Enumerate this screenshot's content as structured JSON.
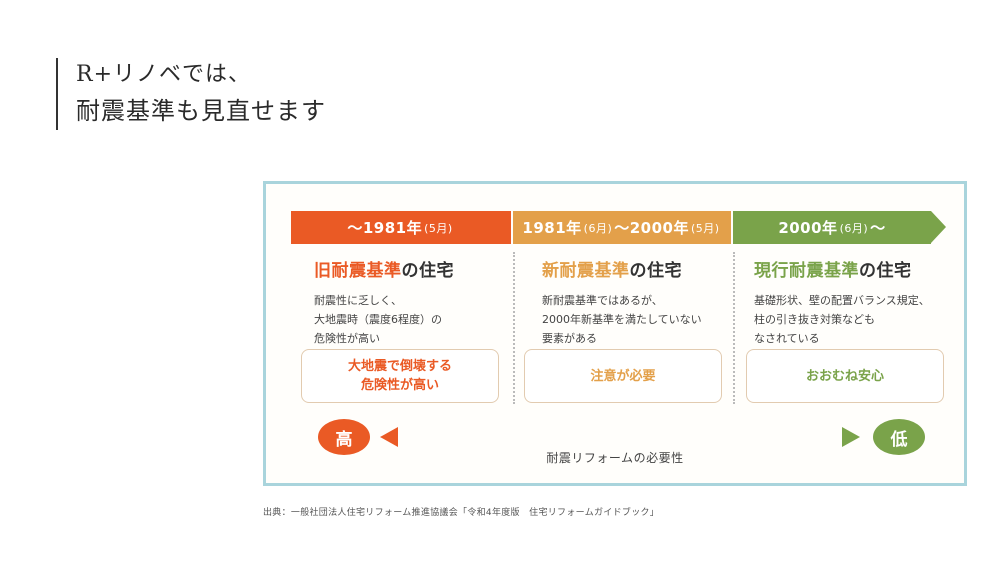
{
  "heading": {
    "line1": "R+リノベでは、",
    "line2": "耐震基準も見直せます"
  },
  "eras": [
    {
      "label": "〜1981年",
      "suffix": "(5月)",
      "color": "#ea5a25"
    },
    {
      "label_a": "1981年",
      "suffix_a": "(6月)",
      "label_b": "〜2000年",
      "suffix_b": "(5月)",
      "color": "#e3a04a"
    },
    {
      "label": "2000年",
      "suffix": "(6月)",
      "tail": "〜",
      "color": "#7aa34a"
    }
  ],
  "columns": [
    {
      "title_accent": "旧耐震基準",
      "title_rest": "の住宅",
      "desc": [
        "耐震性に乏しく、",
        "大地震時（震度6程度）の",
        "危険性が高い"
      ],
      "risk": [
        "大地震で倒壊する",
        "危険性が高い"
      ]
    },
    {
      "title_accent": "新耐震基準",
      "title_rest": "の住宅",
      "desc": [
        "新耐震基準ではあるが、",
        "2000年新基準を満たしていない",
        "要素がある"
      ],
      "risk": [
        "注意が必要"
      ]
    },
    {
      "title_accent": "現行耐震基準",
      "title_rest": "の住宅",
      "desc": [
        "基礎形状、壁の配置バランス規定、",
        "柱の引き抜き対策なども",
        "なされている"
      ],
      "risk": [
        "おおむね安心"
      ]
    }
  ],
  "scale": {
    "high": "高",
    "low": "低",
    "label": "耐震リフォームの必要性"
  },
  "source": "出典：一般社団法人住宅リフォーム推進協議会「令和4年度版　住宅リフォームガイドブック」"
}
